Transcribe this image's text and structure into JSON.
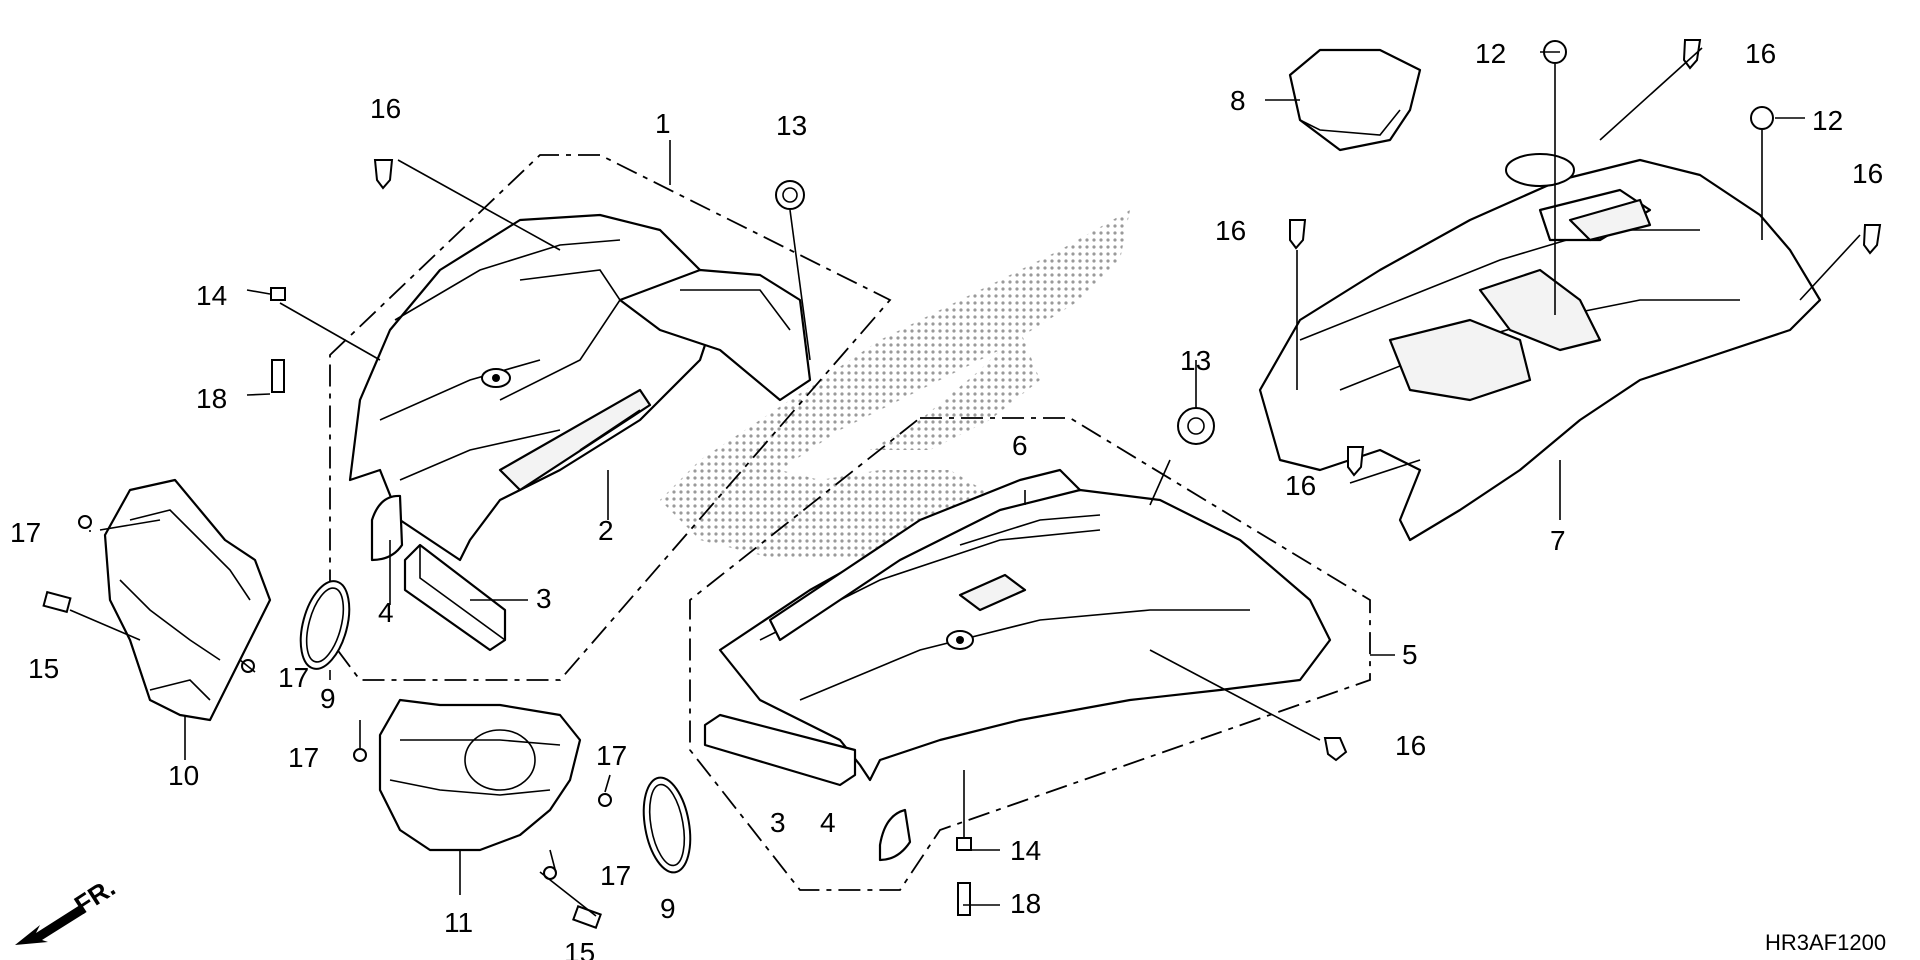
{
  "diagram": {
    "drawing_code": "HR3AF1200",
    "front_indicator": "FR.",
    "callouts": [
      {
        "id": "c1",
        "text": "1"
      },
      {
        "id": "c2",
        "text": "2"
      },
      {
        "id": "c3a",
        "text": "3"
      },
      {
        "id": "c3b",
        "text": "3"
      },
      {
        "id": "c4a",
        "text": "4"
      },
      {
        "id": "c4b",
        "text": "4"
      },
      {
        "id": "c5",
        "text": "5"
      },
      {
        "id": "c6",
        "text": "6"
      },
      {
        "id": "c7",
        "text": "7"
      },
      {
        "id": "c8",
        "text": "8"
      },
      {
        "id": "c9a",
        "text": "9"
      },
      {
        "id": "c9b",
        "text": "9"
      },
      {
        "id": "c10",
        "text": "10"
      },
      {
        "id": "c11",
        "text": "11"
      },
      {
        "id": "c12a",
        "text": "12"
      },
      {
        "id": "c12b",
        "text": "12"
      },
      {
        "id": "c13a",
        "text": "13"
      },
      {
        "id": "c13b",
        "text": "13"
      },
      {
        "id": "c14a",
        "text": "14"
      },
      {
        "id": "c14b",
        "text": "14"
      },
      {
        "id": "c15a",
        "text": "15"
      },
      {
        "id": "c15b",
        "text": "15"
      },
      {
        "id": "c16a",
        "text": "16"
      },
      {
        "id": "c16b",
        "text": "16"
      },
      {
        "id": "c16c",
        "text": "16"
      },
      {
        "id": "c16d",
        "text": "16"
      },
      {
        "id": "c16e",
        "text": "16"
      },
      {
        "id": "c16f",
        "text": "16"
      },
      {
        "id": "c17a",
        "text": "17"
      },
      {
        "id": "c17b",
        "text": "17"
      },
      {
        "id": "c17c",
        "text": "17"
      },
      {
        "id": "c17d",
        "text": "17"
      },
      {
        "id": "c17e",
        "text": "17"
      },
      {
        "id": "c18a",
        "text": "18"
      },
      {
        "id": "c18b",
        "text": "18"
      }
    ]
  }
}
